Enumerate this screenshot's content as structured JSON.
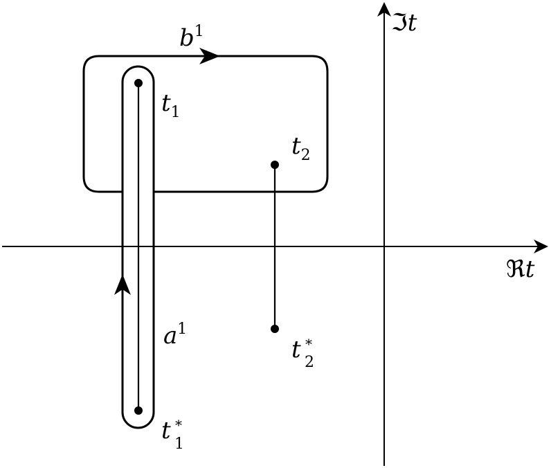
{
  "diagram": {
    "axes": {
      "real_label": {
        "prefix": "ℜ",
        "var": "t"
      },
      "imag_label": {
        "prefix": "ℑ",
        "var": "t"
      }
    },
    "points": {
      "t1": {
        "base": "t",
        "sub": "1",
        "sup": ""
      },
      "t1_star": {
        "base": "t",
        "sub": "1",
        "sup": "*"
      },
      "t2": {
        "base": "t",
        "sub": "2",
        "sup": ""
      },
      "t2_star": {
        "base": "t",
        "sub": "2",
        "sup": "*"
      }
    },
    "cycles": {
      "a": {
        "base": "a",
        "sup": "1"
      },
      "b": {
        "base": "b",
        "sup": "1"
      }
    },
    "colors": {
      "stroke": "#000000",
      "background": "#ffffff"
    }
  }
}
